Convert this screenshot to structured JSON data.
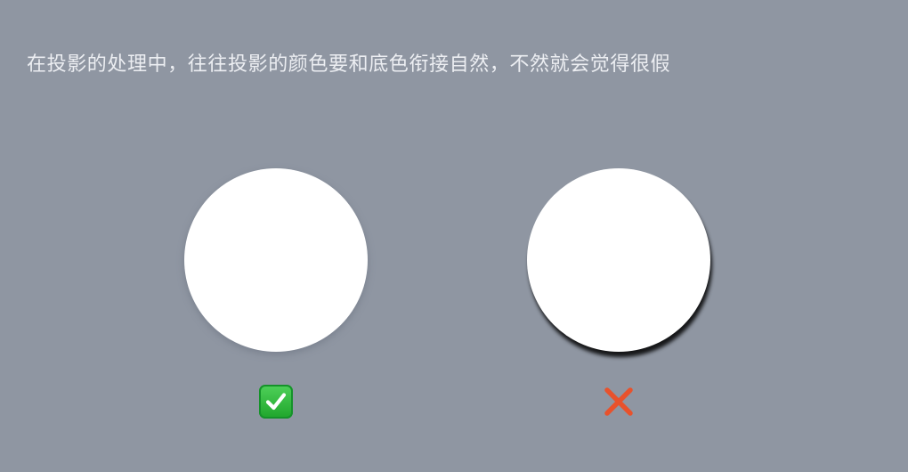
{
  "caption": "在投影的处理中，往往投影的颜色要和底色衔接自然，不然就会觉得很假",
  "colors": {
    "background": "#8F96A2",
    "caption_text": "#ECEEF2",
    "circle_fill": "#FFFFFF",
    "check_green": "#2DBB3A",
    "cross_red": "#E8522C"
  },
  "examples": [
    {
      "shadow": "soft-blended",
      "verdict_icon": "check-mark-icon"
    },
    {
      "shadow": "harsh-dark",
      "verdict_icon": "cross-mark-icon"
    }
  ]
}
